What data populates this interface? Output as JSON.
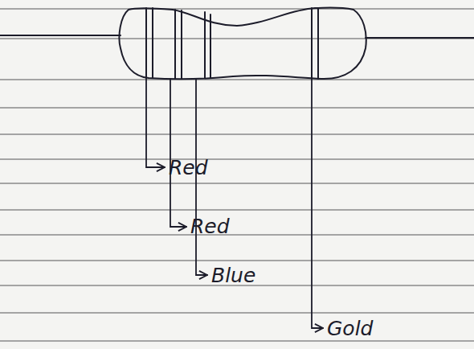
{
  "diagram": {
    "labels": [
      "Red",
      "Red",
      "Blue",
      "Gold"
    ]
  }
}
